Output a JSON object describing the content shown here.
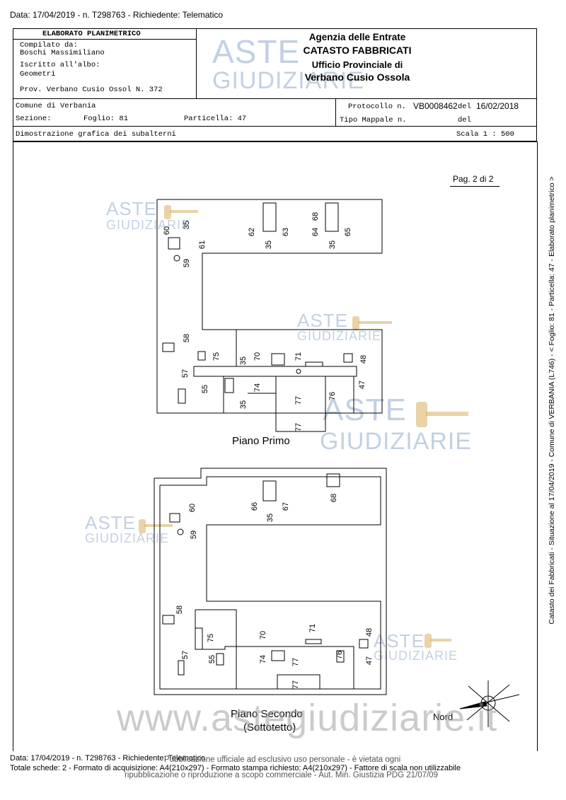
{
  "top_line": "Data: 17/04/2019 - n. T298763 - Richiedente: Telematico",
  "header": {
    "title": "ELABORATO PLANIMETRICO",
    "compilato_label": "Compilato da:",
    "compilato_name": "Boschi Massimiliano",
    "iscritto_label": "Iscritto all'albo:",
    "iscritto_value": "Geometri",
    "prov": "Prov. Verbano Cusio Ossol  N. 372",
    "agency_line1": "Agenzia delle Entrate",
    "agency_line2": "CATASTO FABBRICATI",
    "agency_line3": "Ufficio Provinciale di",
    "agency_line4": "Verbano Cusio Ossola",
    "comune": "Comune di Verbania",
    "protocollo_label": "Protocollo n.",
    "protocollo_value": "VB0008462",
    "del_label": "del",
    "protocollo_date": "16/02/2018",
    "sezione_label": "Sezione:",
    "foglio": "Foglio: 81",
    "particella": "Particella: 47",
    "tipo_mappale": "Tipo Mappale n.",
    "del2": "del",
    "dimostrazione": "Dimostrazione grafica dei subalterni",
    "scala": "Scala 1 : 500"
  },
  "page_number": "Pag. 2 di 2",
  "watermark": {
    "aste": "ASTE",
    "giudiziarie": "GIUDIZIARIE",
    "site": "www.astegiudiziarie.it"
  },
  "plans": {
    "primo": {
      "label": "Piano Primo",
      "rooms": [
        "60",
        "35",
        "61",
        "59",
        "62",
        "35",
        "63",
        "64",
        "68",
        "35",
        "65",
        "58",
        "75",
        "35",
        "70",
        "71",
        "48",
        "57",
        "55",
        "35",
        "74",
        "77",
        "76",
        "47",
        "77"
      ]
    },
    "secondo": {
      "label_line1": "Piano Secondo",
      "label_line2": "(Sottotetto)",
      "rooms": [
        "60",
        "59",
        "66",
        "35",
        "67",
        "68",
        "58",
        "75",
        "70",
        "71",
        "48",
        "57",
        "55",
        "74",
        "77",
        "76",
        "47",
        "77"
      ]
    }
  },
  "north_label": "Nord",
  "side_text": "Catasto dei Fabbricati - Situazione al 17/04/2019 - Comune di VERBANIA (L746) - < Foglio: 81 - Particella: 47 - Elaborato planimetrico >",
  "footer": {
    "line1": "Data: 17/04/2019 - n. T298763 - Richiedente: Telematico",
    "line2": "Totale schede: 2 - Formato di acquisizione: A4(210x297)  - Formato stampa richiesto: A4(210x297) - Fattore di scala non utilizzabile",
    "overlay1": "Pubblicazione ufficiale ad esclusivo uso personale - è vietata ogni",
    "overlay2": "ripubblicazione o riproduzione a scopo commerciale - Aut. Min. Giustizia PDG 21/07/09"
  }
}
